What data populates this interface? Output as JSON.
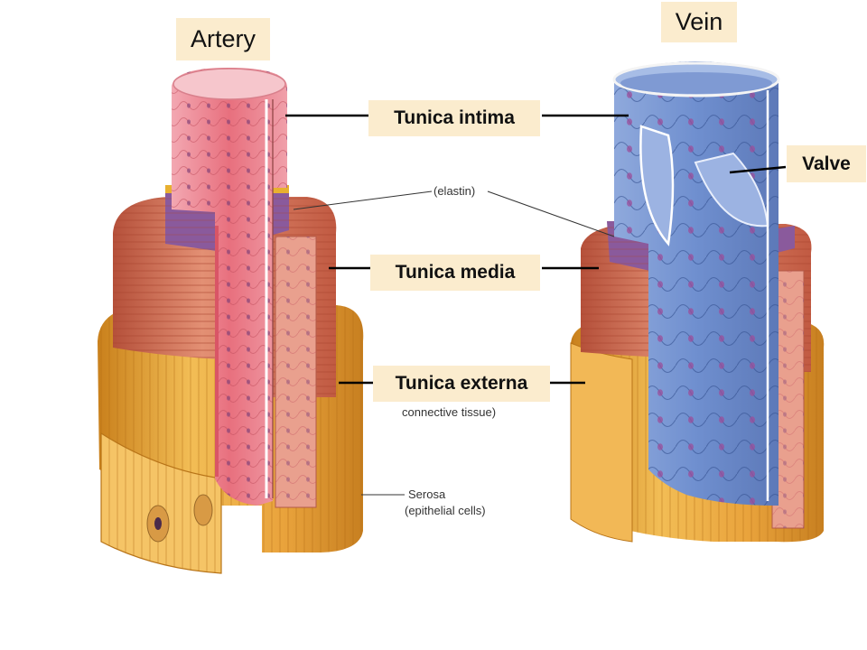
{
  "titles": {
    "artery": "Artery",
    "vein": "Vein"
  },
  "labels": {
    "tunica_intima": "Tunica intima",
    "tunica_media": "Tunica media",
    "tunica_externa": "Tunica externa",
    "valve": "Valve"
  },
  "original_figure_labels": {
    "elastin": "(elastin)",
    "connective_tissue": "connective tissue)",
    "serosa": "Serosa",
    "epithelial_cells": "(epithelial cells)"
  },
  "colors": {
    "artery_intima": "#e8707e",
    "artery_media": "#cf6a4c",
    "elastin_band": "#8a5a9c",
    "externa": "#e8a33a",
    "vein_intima": "#6f8fcf",
    "label_bg": "#fbecce",
    "nuclei": "#7a3f7a"
  }
}
